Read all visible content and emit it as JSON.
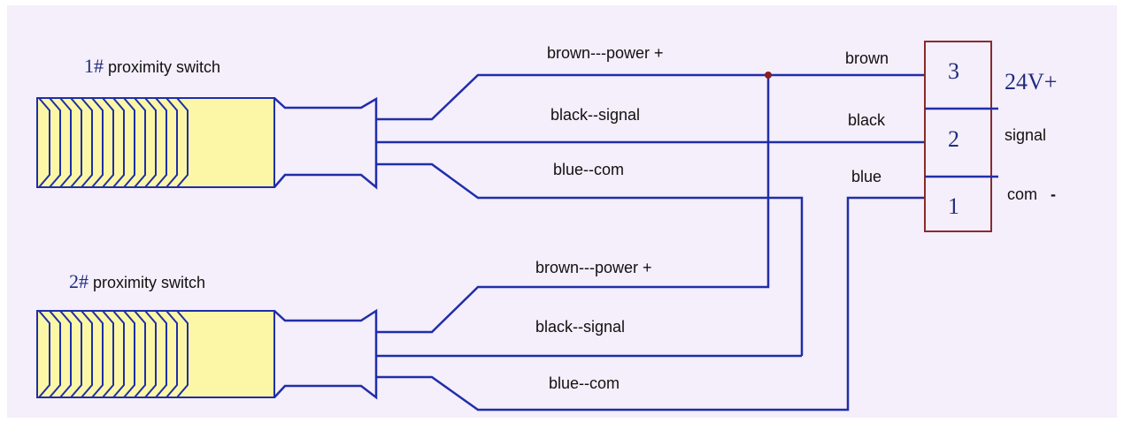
{
  "colors": {
    "background": "#f5eefb",
    "wire": "#1f2ea8",
    "body_fill": "#fbf7a6",
    "terminal_border": "#8a2b2b",
    "junction": "#8a1f1f"
  },
  "switch1": {
    "number": "1#",
    "name": "proximity switch"
  },
  "switch2": {
    "number": "2#",
    "name": "proximity switch"
  },
  "wires_switch1": {
    "brown": "brown---power +",
    "black": "black--signal",
    "blue": "blue--com"
  },
  "wires_switch2": {
    "brown": "brown---power +",
    "black": "black--signal",
    "blue": "blue--com"
  },
  "terminal_wires": {
    "brown": "brown",
    "black": "black",
    "blue": "blue"
  },
  "terminals": [
    {
      "number": "3",
      "function": "24V+"
    },
    {
      "number": "2",
      "function": "signal"
    },
    {
      "number": "1",
      "function": "com",
      "polarity": "-"
    }
  ]
}
